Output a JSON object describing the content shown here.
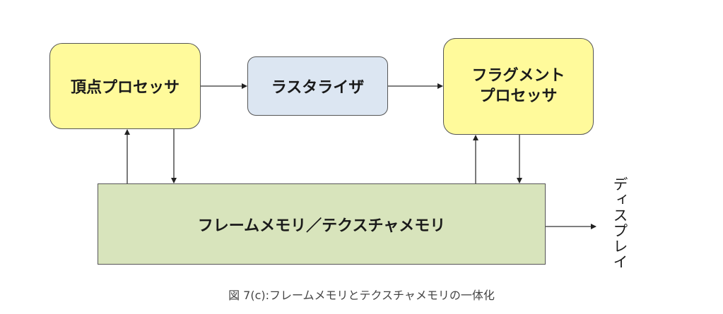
{
  "diagram": {
    "nodes": {
      "vertex_processor": "頂点プロセッサ",
      "rasterizer": "ラスタライザ",
      "fragment_processor_line1": "フラグメント",
      "fragment_processor_line2": "プロセッサ",
      "memory": "フレームメモリ／テクスチャメモリ",
      "display": "ディスプレイ"
    },
    "edges": [
      {
        "from": "頂点プロセッサ",
        "to": "ラスタライザ"
      },
      {
        "from": "ラスタライザ",
        "to": "フラグメントプロセッサ"
      },
      {
        "from": "フレームメモリ／テクスチャメモリ",
        "to": "頂点プロセッサ"
      },
      {
        "from": "頂点プロセッサ",
        "to": "フレームメモリ／テクスチャメモリ"
      },
      {
        "from": "フレームメモリ／テクスチャメモリ",
        "to": "フラグメントプロセッサ"
      },
      {
        "from": "フラグメントプロセッサ",
        "to": "フレームメモリ／テクスチャメモリ"
      },
      {
        "from": "フレームメモリ／テクスチャメモリ",
        "to": "ディスプレイ"
      }
    ],
    "colors": {
      "processor_fill": "#fffa9b",
      "rasterizer_fill": "#dce6f2",
      "memory_fill": "#d8e4bc",
      "stroke": "#555555"
    }
  },
  "caption": "図 7(c):フレームメモリとテクスチャメモリの一体化"
}
